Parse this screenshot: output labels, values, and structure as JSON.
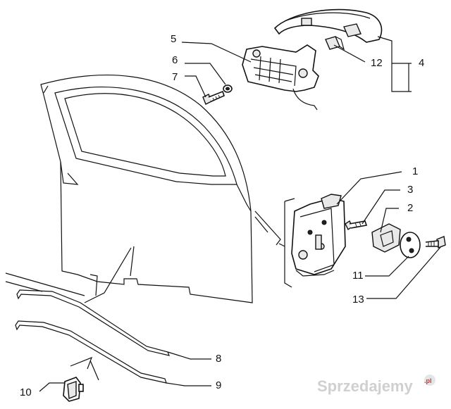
{
  "callouts": [
    {
      "id": "c1",
      "text": "1"
    },
    {
      "id": "c2",
      "text": "2"
    },
    {
      "id": "c3",
      "text": "3"
    },
    {
      "id": "c4",
      "text": "4"
    },
    {
      "id": "c5",
      "text": "5"
    },
    {
      "id": "c6",
      "text": "6"
    },
    {
      "id": "c7",
      "text": "7"
    },
    {
      "id": "c8",
      "text": "8"
    },
    {
      "id": "c9",
      "text": "9"
    },
    {
      "id": "c10",
      "text": "10"
    },
    {
      "id": "c11",
      "text": "11"
    },
    {
      "id": "c12",
      "text": "12"
    },
    {
      "id": "c13",
      "text": "13"
    }
  ],
  "watermark": {
    "text": "Sprzedajemy",
    "suffix": ".pl"
  }
}
